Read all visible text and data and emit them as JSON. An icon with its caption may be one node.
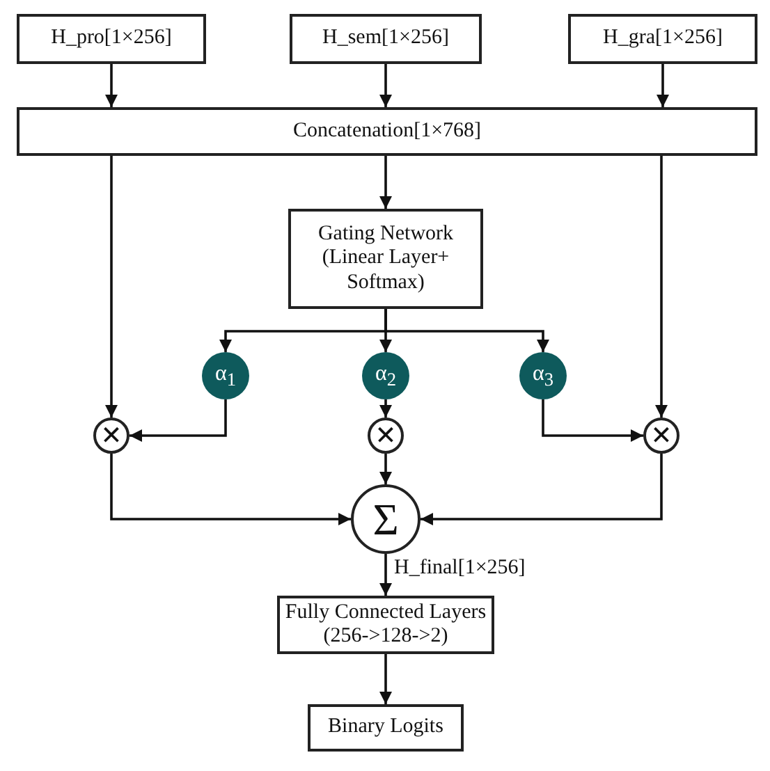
{
  "diagram": {
    "nodes": [
      {
        "text": [
          "H_pro[1×256]"
        ]
      },
      {
        "text": [
          "H_sem[1×256]"
        ]
      },
      {
        "text": [
          "H_gra[1×256]"
        ]
      },
      {
        "text": [
          "Concatenation[1×768]"
        ]
      },
      {
        "text": [
          "Gating Network (Linear Layer+ Softmax)"
        ]
      },
      {
        "text": [
          "α$_{1}$"
        ]
      },
      {
        "text": [
          "α$_{2}$"
        ]
      },
      {
        "text": [
          "α$_{3}$"
        ]
      },
      {
        "text": [
          "×"
        ]
      },
      {
        "text": [
          "×"
        ]
      },
      {
        "text": [
          "×"
        ]
      },
      {
        "text": [
          "Σ"
        ]
      },
      {
        "text": [
          "Fully Connected Layers (256->128->2)"
        ]
      },
      {
        "text": [
          "Binary Logits"
        ]
      }
    ],
    "edges": [
      {
        "from": 0,
        "to": 3,
        "arrow": "to"
      },
      {
        "from": 1,
        "to": 3,
        "arrow": "to"
      },
      {
        "from": 2,
        "to": 3,
        "arrow": "to"
      },
      {
        "from": 3,
        "to": 8,
        "arrow": "to"
      },
      {
        "from": 3,
        "to": 4,
        "arrow": "to"
      },
      {
        "from": 3,
        "to": 10,
        "arrow": "to"
      },
      {
        "from": 4,
        "to": 5,
        "arrow": "to"
      },
      {
        "from": 4,
        "to": 6,
        "arrow": "to"
      },
      {
        "from": 4,
        "to": 7,
        "arrow": "to"
      },
      {
        "from": 5,
        "to": 8,
        "arrow": "to"
      },
      {
        "from": 6,
        "to": 9,
        "arrow": "to"
      },
      {
        "from": 7,
        "to": 10,
        "arrow": "to"
      },
      {
        "from": 8,
        "to": 11,
        "arrow": "to"
      },
      {
        "from": 9,
        "to": 11,
        "arrow": "to"
      },
      {
        "from": 10,
        "to": 11,
        "arrow": "to"
      },
      {
        "from": 11,
        "to": 12,
        "arrow": "to",
        "label": "H_final[1×256]"
      },
      {
        "from": 12,
        "to": 13,
        "arrow": "to"
      }
    ]
  }
}
